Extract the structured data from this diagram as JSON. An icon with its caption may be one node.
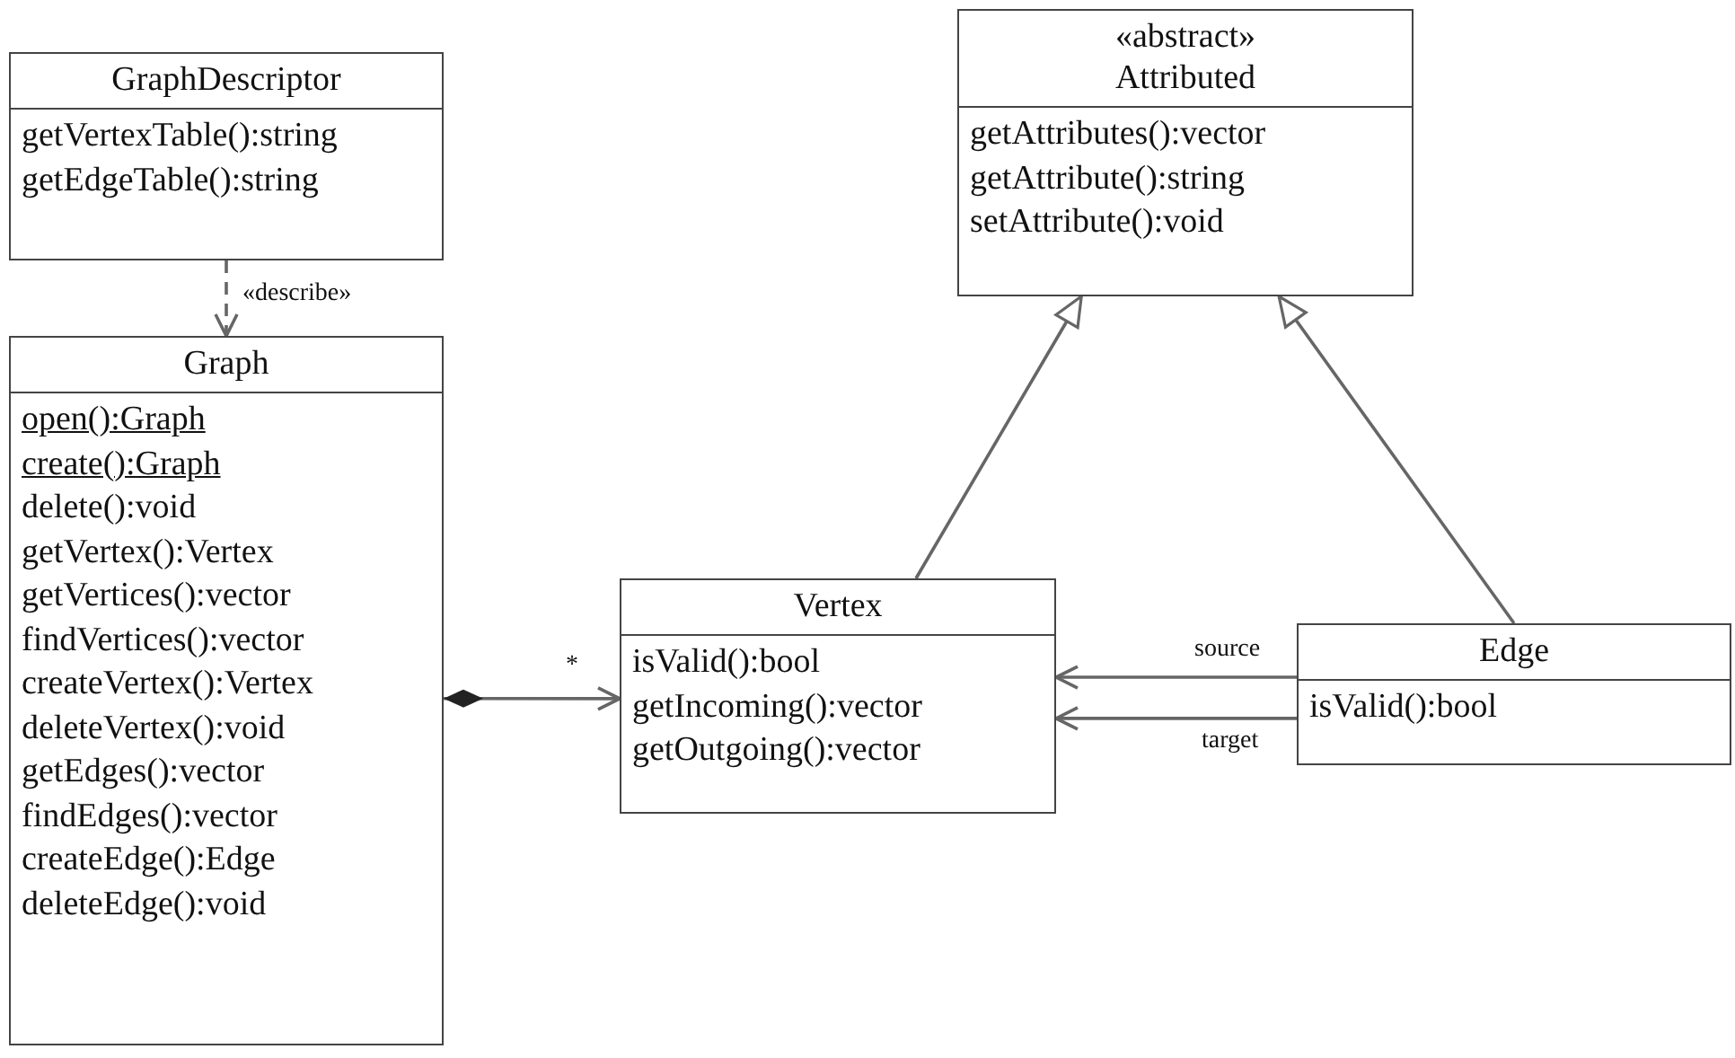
{
  "diagram": {
    "nodes": [
      {
        "text": [
          "GraphDescriptor",
          "getVertexTable():string",
          "getEdgeTable():string"
        ]
      },
      {
        "text": [
          "«abstract»",
          "Attributed",
          "getAttributes():vector",
          "getAttribute():string",
          "setAttribute():void"
        ]
      },
      {
        "text": [
          "Graph",
          "open():Graph",
          "create():Graph",
          "delete():void",
          "getVertex():Vertex",
          "getVertices():vector",
          "findVertices():vector",
          "createVertex():Vertex",
          "deleteVertex():void",
          "getEdges():vector",
          "findEdges():vector",
          "createEdge():Edge",
          "deleteEdge():void"
        ]
      },
      {
        "text": [
          "Vertex",
          "isValid():bool",
          "getIncoming():vector",
          "getOutgoing():vector"
        ]
      },
      {
        "text": [
          "Edge",
          "isValid():bool"
        ]
      }
    ],
    "edges": [
      {
        "from": 0,
        "to": 2,
        "arrow": "to",
        "style": "dashed",
        "label": "«describe»"
      },
      {
        "from": 2,
        "to": 3,
        "arrow": "to",
        "label": "*"
      },
      {
        "from": 3,
        "to": 1,
        "arrow": "to"
      },
      {
        "from": 4,
        "to": 1,
        "arrow": "to"
      },
      {
        "from": 4,
        "to": 3,
        "arrow": "to",
        "label": "source"
      },
      {
        "from": 4,
        "to": 3,
        "arrow": "to",
        "label": "target"
      }
    ]
  }
}
